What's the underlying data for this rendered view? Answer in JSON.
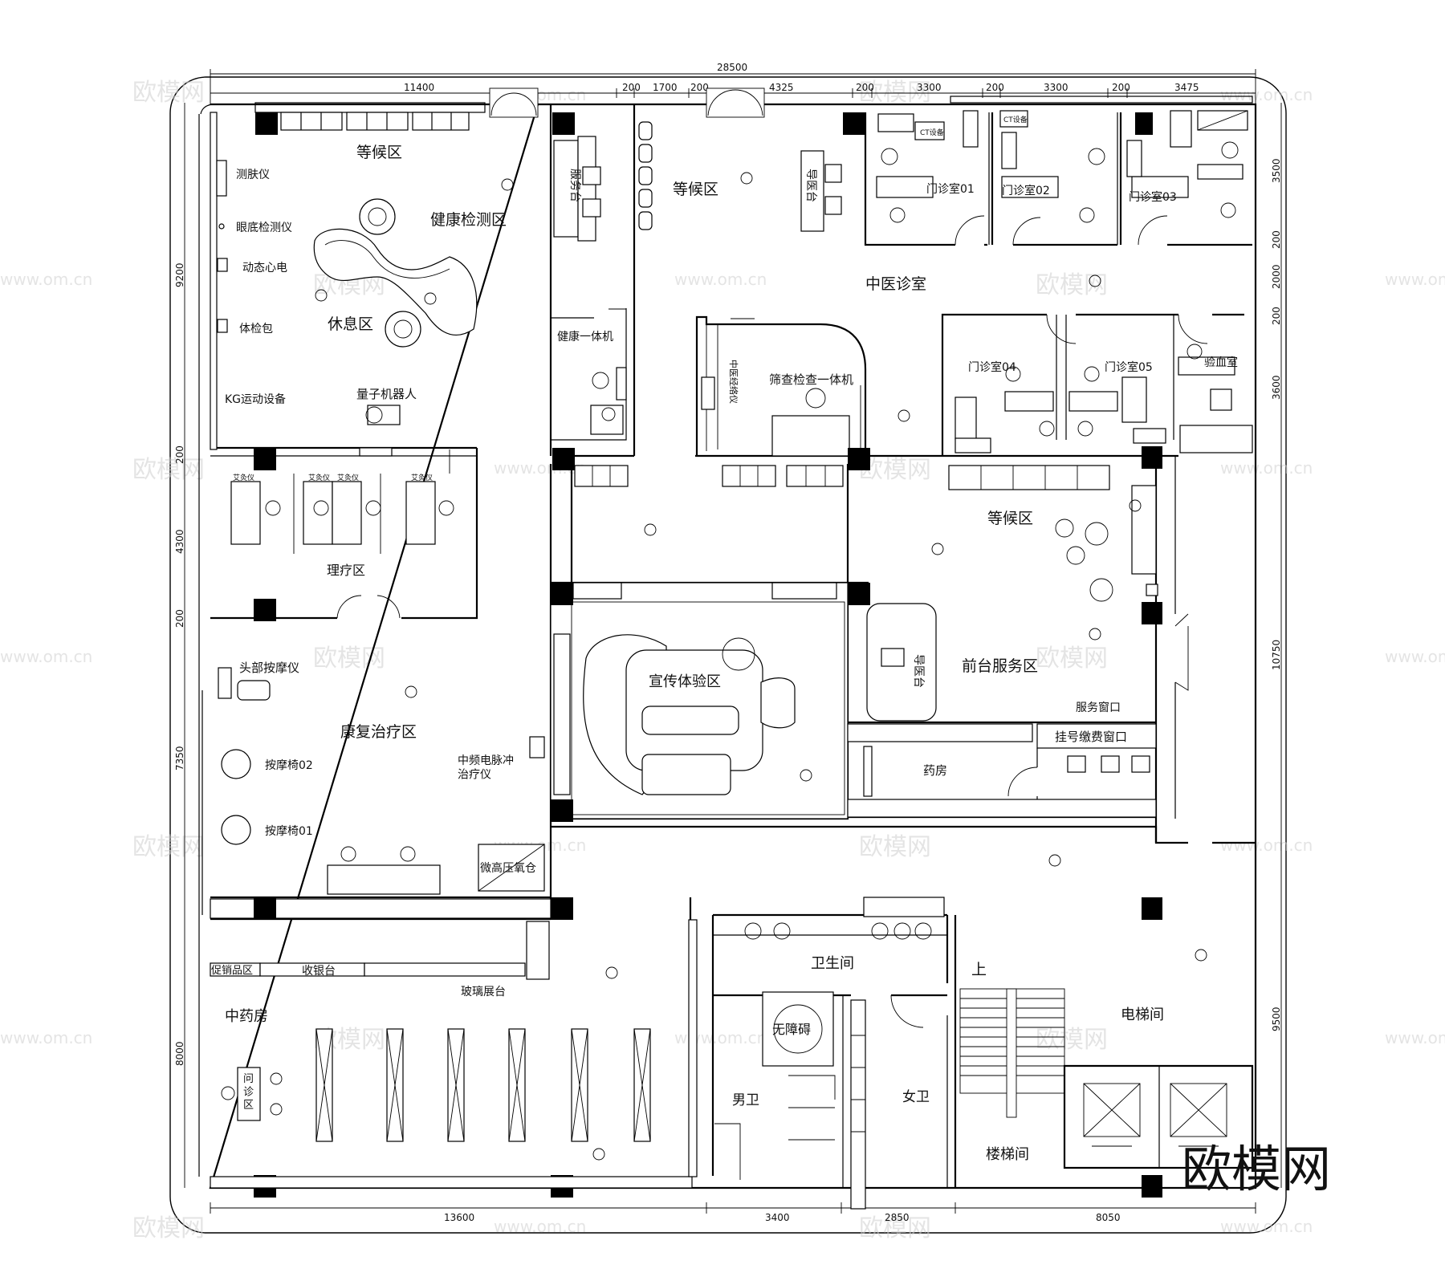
{
  "dimensions": {
    "overall_top": "28500",
    "top": [
      "11400",
      "200",
      "1700",
      "200",
      "4325",
      "200",
      "3300",
      "200",
      "3300",
      "200",
      "3475"
    ],
    "bottom": [
      "13600",
      "3400",
      "2850",
      "8050"
    ],
    "left": [
      "9200",
      "200",
      "4300",
      "200",
      "7350",
      "8000"
    ],
    "right": [
      "3500",
      "200",
      "2000",
      "200",
      "3600",
      "10750",
      "9500"
    ]
  },
  "rooms": {
    "waiting_1": "等候区",
    "health_check": "健康检测区",
    "rest": "休息区",
    "skin_tester": "测肤仪",
    "fundus": "眼底检测仪",
    "ecg": "动态心电",
    "exam_bag": "体检包",
    "kg_sport": "KG运动设备",
    "quantum_robot": "量子机器人",
    "service_desk": "服务台",
    "waiting_2": "等候区",
    "guide_desk_1": "导医台",
    "clinic_01": "门诊室01",
    "clinic_02": "门诊室02",
    "clinic_03": "门诊室03",
    "ct_device": "CT设备",
    "tcm_clinic": "中医诊室",
    "health_kiosk": "健康一体机",
    "meridian": "中医经络仪",
    "screening": "筛查检查一体机",
    "clinic_04": "门诊室04",
    "clinic_05": "门诊室05",
    "blood_test": "验血室",
    "moxibustion": "艾灸仪",
    "physio": "理疗区",
    "waiting_3": "等候区",
    "promo": "宣传体验区",
    "guide_desk_2": "导医台",
    "front_service": "前台服务区",
    "service_window": "服务窗口",
    "register_window": "挂号缴费窗口",
    "pharmacy": "药房",
    "head_massager": "头部按摩仪",
    "rehab": "康复治疗区",
    "massage_02": "按摩椅02",
    "massage_01": "按摩椅01",
    "pulse_device": "中频电脉冲\n治疗仪",
    "oxygen": "微高压氧仓",
    "promo_goods": "促销品区",
    "cashier": "收银台",
    "glass_display": "玻璃展台",
    "tcm_pharmacy": "中药房",
    "consult": "问\n诊\n区",
    "toilet": "卫生间",
    "accessible": "无障碍",
    "male": "男卫",
    "female": "女卫",
    "up": "上",
    "stair": "楼梯间",
    "elevator": "电梯间"
  },
  "watermark": {
    "text": "欧模网",
    "site": "www.om.cn"
  }
}
